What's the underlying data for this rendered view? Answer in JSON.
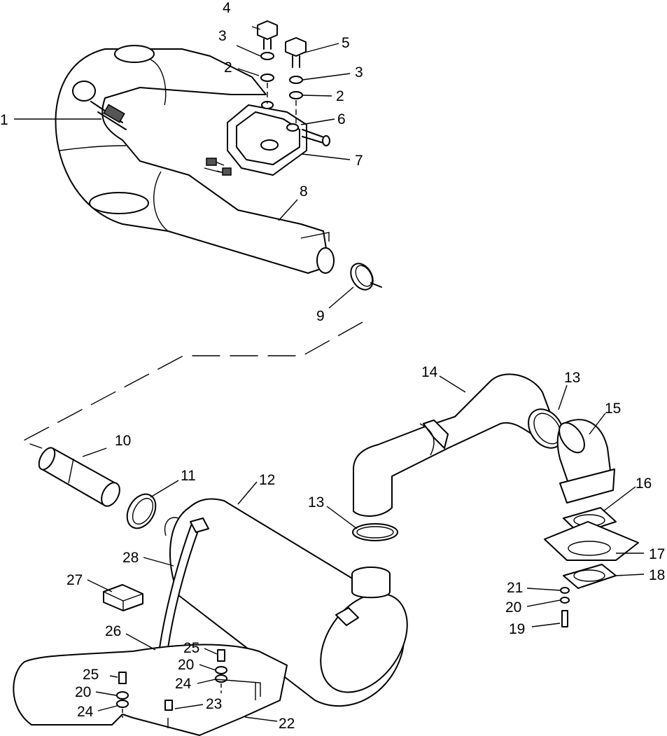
{
  "callouts": [
    {
      "id": "c1",
      "text": "1"
    },
    {
      "id": "c2a",
      "text": "2"
    },
    {
      "id": "c2b",
      "text": "2"
    },
    {
      "id": "c3a",
      "text": "3"
    },
    {
      "id": "c3b",
      "text": "3"
    },
    {
      "id": "c4",
      "text": "4"
    },
    {
      "id": "c5",
      "text": "5"
    },
    {
      "id": "c6",
      "text": "6"
    },
    {
      "id": "c7",
      "text": "7"
    },
    {
      "id": "c8",
      "text": "8"
    },
    {
      "id": "c9",
      "text": "9"
    },
    {
      "id": "c10",
      "text": "10"
    },
    {
      "id": "c11",
      "text": "11"
    },
    {
      "id": "c12",
      "text": "12"
    },
    {
      "id": "c13a",
      "text": "13"
    },
    {
      "id": "c13b",
      "text": "13"
    },
    {
      "id": "c14",
      "text": "14"
    },
    {
      "id": "c15",
      "text": "15"
    },
    {
      "id": "c16",
      "text": "16"
    },
    {
      "id": "c17",
      "text": "17"
    },
    {
      "id": "c18",
      "text": "18"
    },
    {
      "id": "c19",
      "text": "19"
    },
    {
      "id": "c20a",
      "text": "20"
    },
    {
      "id": "c20b",
      "text": "20"
    },
    {
      "id": "c20c",
      "text": "20"
    },
    {
      "id": "c21",
      "text": "21"
    },
    {
      "id": "c22",
      "text": "22"
    },
    {
      "id": "c23",
      "text": "23"
    },
    {
      "id": "c24a",
      "text": "24"
    },
    {
      "id": "c24b",
      "text": "24"
    },
    {
      "id": "c25a",
      "text": "25"
    },
    {
      "id": "c25b",
      "text": "25"
    },
    {
      "id": "c26",
      "text": "26"
    },
    {
      "id": "c27",
      "text": "27"
    },
    {
      "id": "c28",
      "text": "28"
    }
  ]
}
